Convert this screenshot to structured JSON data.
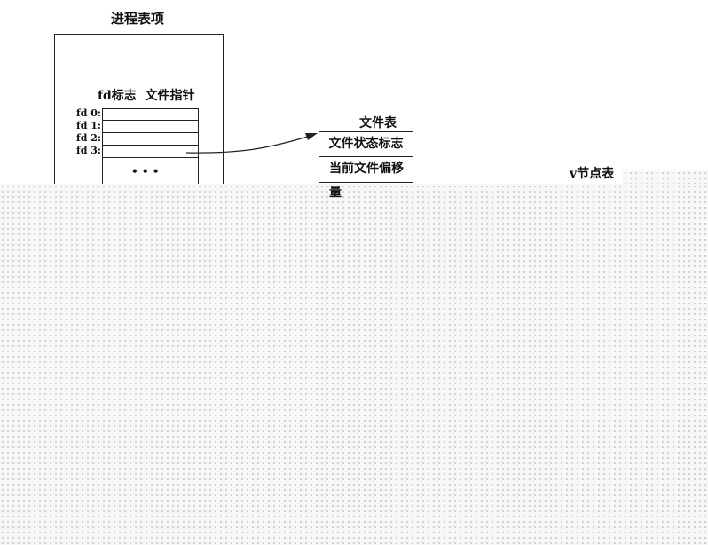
{
  "process_table": {
    "title": "进程表项",
    "header": "fd标志  文件指针",
    "rows": [
      "fd 0:",
      "fd 1:",
      "fd 2:",
      "fd 3:"
    ],
    "ellipsis": "• • •"
  },
  "file_table": {
    "title": "文件表",
    "fields": [
      "文件状态标志",
      "当前文件偏移量"
    ]
  },
  "vnode_table": {
    "title": "v节点表"
  }
}
